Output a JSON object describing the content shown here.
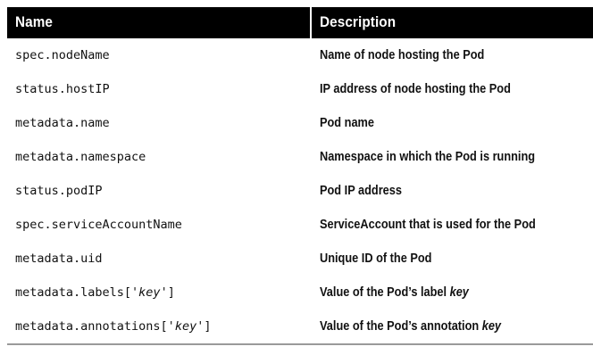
{
  "table": {
    "columns": [
      {
        "key": "name",
        "label": "Name"
      },
      {
        "key": "description",
        "label": "Description"
      }
    ],
    "rows": [
      {
        "name_prefix": "spec.nodeName",
        "name_italic": "",
        "name_suffix": "",
        "desc_prefix": "Name of node hosting the Pod",
        "desc_italic": ""
      },
      {
        "name_prefix": "status.hostIP",
        "name_italic": "",
        "name_suffix": "",
        "desc_prefix": "IP address of node hosting the Pod",
        "desc_italic": ""
      },
      {
        "name_prefix": "metadata.name",
        "name_italic": "",
        "name_suffix": "",
        "desc_prefix": "Pod name",
        "desc_italic": ""
      },
      {
        "name_prefix": "metadata.namespace",
        "name_italic": "",
        "name_suffix": "",
        "desc_prefix": "Namespace in which the Pod is running",
        "desc_italic": ""
      },
      {
        "name_prefix": "status.podIP",
        "name_italic": "",
        "name_suffix": "",
        "desc_prefix": "Pod IP address",
        "desc_italic": ""
      },
      {
        "name_prefix": "spec.serviceAccountName",
        "name_italic": "",
        "name_suffix": "",
        "desc_prefix": "ServiceAccount that is used for the Pod",
        "desc_italic": ""
      },
      {
        "name_prefix": "metadata.uid",
        "name_italic": "",
        "name_suffix": "",
        "desc_prefix": "Unique ID of the Pod",
        "desc_italic": ""
      },
      {
        "name_prefix": "metadata.labels['",
        "name_italic": "key",
        "name_suffix": "']",
        "desc_prefix": "Value of the Pod’s label ",
        "desc_italic": "key"
      },
      {
        "name_prefix": "metadata.annotations['",
        "name_italic": "key",
        "name_suffix": "']",
        "desc_prefix": "Value of the Pod’s annotation ",
        "desc_italic": "key"
      }
    ]
  },
  "colors": {
    "header_background": "#000000",
    "header_text": "#ffffff",
    "body_text": "#111111",
    "page_background": "#ffffff",
    "bottom_rule": "#9a9a9a"
  }
}
